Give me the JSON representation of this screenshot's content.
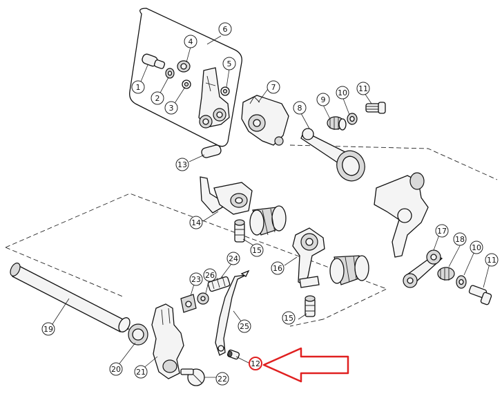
{
  "diagram": {
    "callouts": [
      {
        "id": "c1",
        "label": "1"
      },
      {
        "id": "c2",
        "label": "2"
      },
      {
        "id": "c3",
        "label": "3"
      },
      {
        "id": "c4",
        "label": "4"
      },
      {
        "id": "c5",
        "label": "5"
      },
      {
        "id": "c6",
        "label": "6"
      },
      {
        "id": "c7",
        "label": "7"
      },
      {
        "id": "c8",
        "label": "8"
      },
      {
        "id": "c9",
        "label": "9"
      },
      {
        "id": "c10a",
        "label": "10"
      },
      {
        "id": "c11a",
        "label": "11"
      },
      {
        "id": "c12",
        "label": "12"
      },
      {
        "id": "c13",
        "label": "13"
      },
      {
        "id": "c14",
        "label": "14"
      },
      {
        "id": "c15a",
        "label": "15"
      },
      {
        "id": "c15b",
        "label": "15"
      },
      {
        "id": "c16",
        "label": "16"
      },
      {
        "id": "c17",
        "label": "17"
      },
      {
        "id": "c18",
        "label": "18"
      },
      {
        "id": "c10b",
        "label": "10"
      },
      {
        "id": "c11b",
        "label": "11"
      },
      {
        "id": "c19",
        "label": "19"
      },
      {
        "id": "c20",
        "label": "20"
      },
      {
        "id": "c21",
        "label": "21"
      },
      {
        "id": "c22",
        "label": "22"
      },
      {
        "id": "c23",
        "label": "23"
      },
      {
        "id": "c24",
        "label": "24"
      },
      {
        "id": "c25",
        "label": "25"
      },
      {
        "id": "c26",
        "label": "26"
      }
    ],
    "highlight": {
      "target_label": "12",
      "color": "#e02020"
    }
  }
}
